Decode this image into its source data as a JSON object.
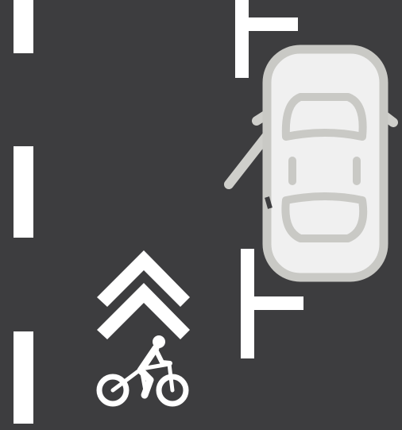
{
  "scene": {
    "road_color": "#3d3d3f",
    "marking_color": "#ffffff",
    "car_body_color": "#f0f0f0",
    "car_outline_color": "#c9c9c5",
    "icons": [
      "lane-divider",
      "parking-tick",
      "sharrow-chevron",
      "bicycle-icon",
      "parked-car",
      "open-car-door"
    ]
  }
}
